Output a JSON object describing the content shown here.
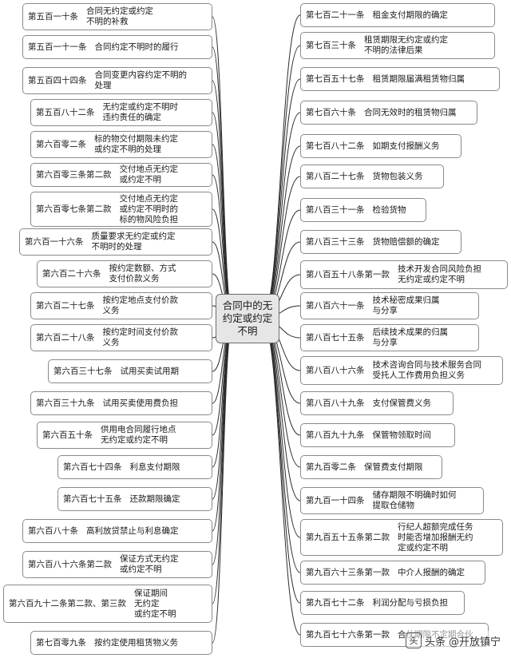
{
  "center": {
    "label": "合同中的无\n约定或约定\n不明"
  },
  "left_nodes": [
    {
      "article": "第五百一十条",
      "text": "合同无约定或约定\n不明的补救"
    },
    {
      "article": "第五百一十一条",
      "text": "合同约定不明时的履行"
    },
    {
      "article": "第五百四十四条",
      "text": "合同变更内容约定不明的\n处理"
    },
    {
      "article": "第五百八十二条",
      "text": "无约定或约定不明时\n违约责任的确定"
    },
    {
      "article": "第六百零二条",
      "text": "标的物交付期限未约定\n或约定不明的处理"
    },
    {
      "article": "第六百零三条第二款",
      "text": "交付地点无约定\n或约定不明"
    },
    {
      "article": "第六百零七条第二款",
      "text": "交付地点无约定\n或约定不明时的\n标的物风险负担"
    },
    {
      "article": "第六百一十六条",
      "text": "质量要求无约定或约定\n不明时的处理"
    },
    {
      "article": "第六百二十六条",
      "text": "按约定数额、方式\n支付价款义务"
    },
    {
      "article": "第六百二十七条",
      "text": "按约定地点支付价款\n义务"
    },
    {
      "article": "第六百二十八条",
      "text": "按约定时间支付价款\n义务"
    },
    {
      "article": "第六百三十七条",
      "text": "试用买卖试用期"
    },
    {
      "article": "第六百三十九条",
      "text": "试用买卖使用费负担"
    },
    {
      "article": "第六百五十条",
      "text": "供用电合同履行地点\n无约定或约定不明"
    },
    {
      "article": "第六百七十四条",
      "text": "利息支付期限"
    },
    {
      "article": "第六百七十五条",
      "text": "还款期限确定"
    },
    {
      "article": "第六百八十条",
      "text": "高利放贷禁止与利息确定"
    },
    {
      "article": "第六百八十六条第二款",
      "text": "保证方式无约定\n或约定不明"
    },
    {
      "article": "第六百九十二条第二款、第三款",
      "text": "保证期间\n无约定\n或约定不明"
    },
    {
      "article": "第七百零九条",
      "text": "按约定使用租赁物义务"
    }
  ],
  "right_nodes": [
    {
      "article": "第七百二十一条",
      "text": "租金支付期限的确定"
    },
    {
      "article": "第七百三十条",
      "text": "租赁期限无约定或约定\n不明的法律后果"
    },
    {
      "article": "第七百五十七条",
      "text": "租赁期限届满租赁物归属"
    },
    {
      "article": "第七百六十条",
      "text": "合同无效时的租赁物归属"
    },
    {
      "article": "第七百八十二条",
      "text": "如期支付报酬义务"
    },
    {
      "article": "第八百二十七条",
      "text": "货物包装义务"
    },
    {
      "article": "第八百三十一条",
      "text": "检验货物"
    },
    {
      "article": "第八百三十三条",
      "text": "货物赔偿额的确定"
    },
    {
      "article": "第八百五十八条第一款",
      "text": "技术开发合同风险负担\n无约定或约定不明"
    },
    {
      "article": "第八百六十一条",
      "text": "技术秘密成果归属\n与分享"
    },
    {
      "article": "第八百七十五条",
      "text": "后续技术成果的归属\n与分享"
    },
    {
      "article": "第八百八十六条",
      "text": "技术咨询合同与技术服务合同\n受托人工作费用负担义务"
    },
    {
      "article": "第八百八十九条",
      "text": "支付保管费义务"
    },
    {
      "article": "第八百九十九条",
      "text": "保管物领取时间"
    },
    {
      "article": "第九百零二条",
      "text": "保管费支付期限"
    },
    {
      "article": "第九百一十四条",
      "text": "储存期限不明确时如何\n提取仓储物"
    },
    {
      "article": "第九百五十五条第二款",
      "text": "行纪人超额完成任务\n时能否增加报酬无约\n定或约定不明"
    },
    {
      "article": "第九百六十三条第一款",
      "text": "中介人报酬的确定"
    },
    {
      "article": "第九百七十二条",
      "text": "利润分配与亏损负担"
    },
    {
      "article": "第九百七十六条第一款",
      "text": "合伙期限不定期合伙"
    }
  ],
  "watermark": {
    "platform": "头条",
    "account": "@开放镇宁",
    "logo_glyph": "头"
  },
  "colors": {
    "line": "#2b2b2b",
    "box_border": "#8a8a8a",
    "center_fill": "#e6e6e6"
  }
}
